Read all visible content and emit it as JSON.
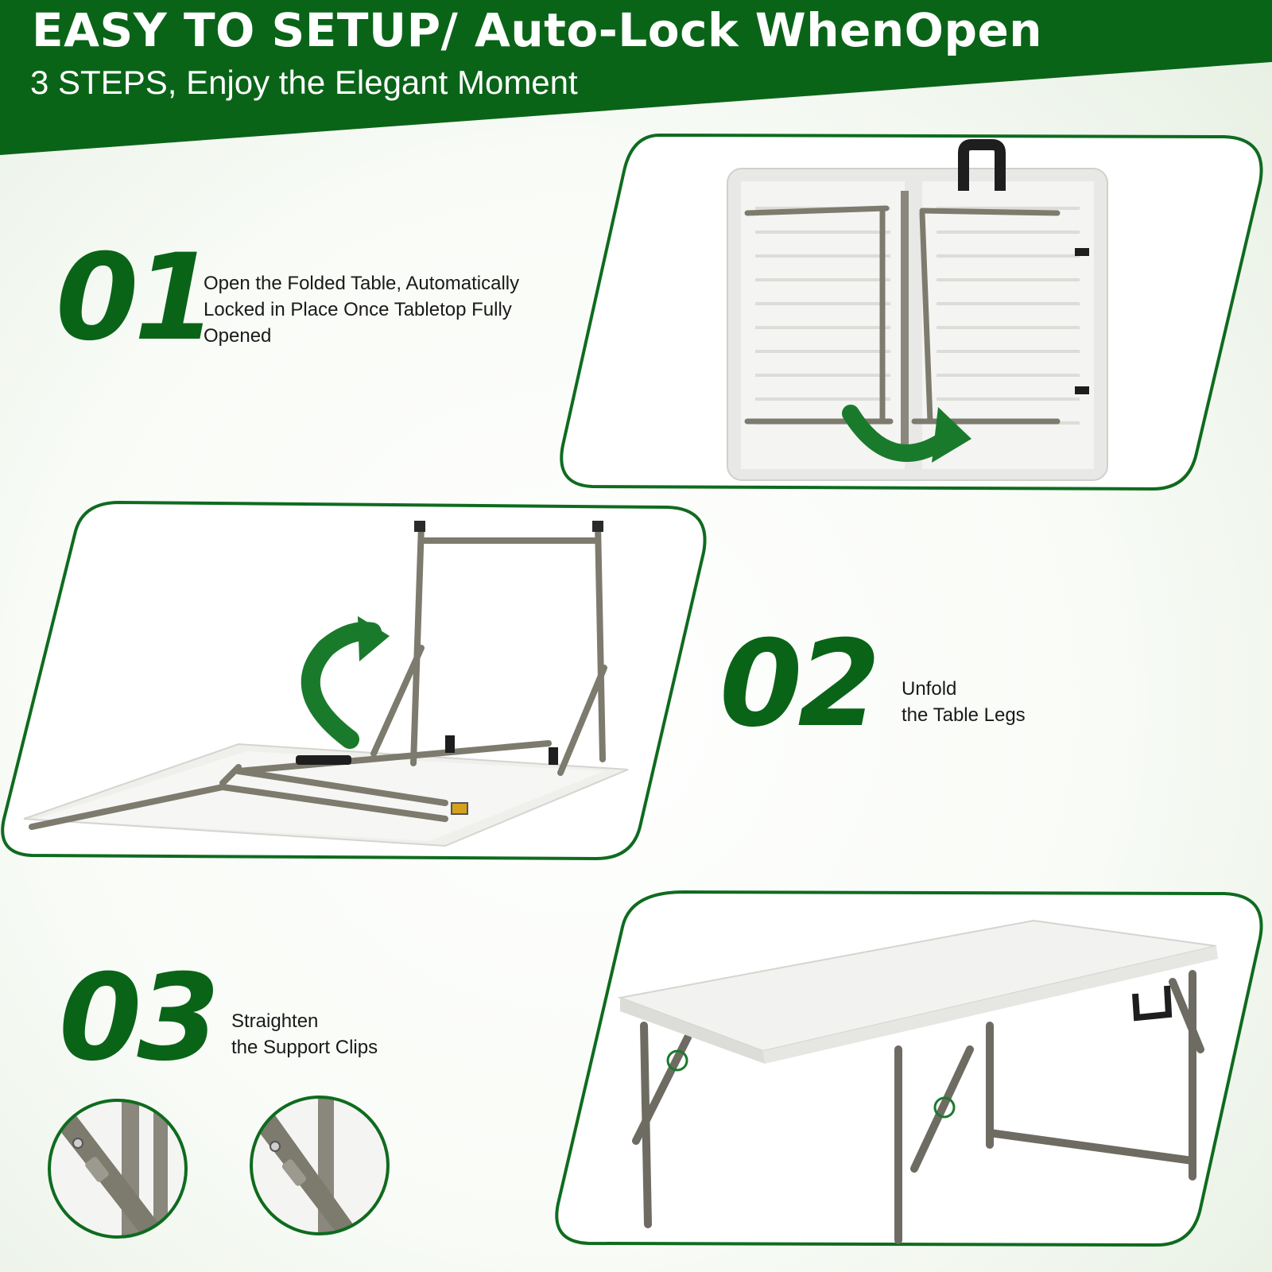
{
  "header": {
    "title": "EASY TO SETUP/ Auto-Lock WhenOpen",
    "subtitle": "3 STEPS, Enjoy the Elegant Moment"
  },
  "colors": {
    "brand_green": "#0a6418",
    "panel_border": "#0f6b1f",
    "frame_gray": "#7d7a6e",
    "tabletop_white": "#f2f2f0"
  },
  "steps": [
    {
      "number": "01",
      "lines": [
        "Open the Folded Table, Automatically",
        "Locked in Place Once Tabletop Fully",
        "Opened"
      ]
    },
    {
      "number": "02",
      "lines": [
        "Unfold",
        "the Table Legs"
      ]
    },
    {
      "number": "03",
      "lines": [
        "Straighten",
        "the Support Clips"
      ]
    }
  ],
  "icons": [
    "carry-handle-icon",
    "rotate-arrow-icon",
    "hinge-lock-icon",
    "support-clip-icon"
  ]
}
